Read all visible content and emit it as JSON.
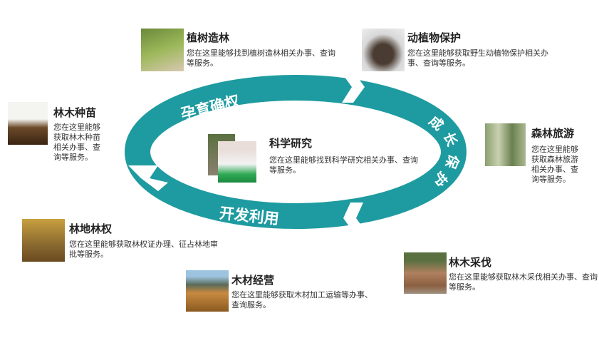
{
  "cycle": {
    "color": "#1e9ba0",
    "stages": [
      "孕育确权",
      "成长保护",
      "开发利用"
    ],
    "stage2_chars": [
      "成",
      "长",
      "保",
      "护"
    ]
  },
  "items": [
    {
      "title": "植树造林",
      "desc": "您在这里能够找到植树造林相关办事、查询等服务。"
    },
    {
      "title": "动植物保护",
      "desc": "您在这里能够获取野生动植物保护相关办事、查询等服务。"
    },
    {
      "title": "林木种苗",
      "desc": "您在这里能够获取林木种苗相关办事、查询等服务。"
    },
    {
      "title": "科学研究",
      "desc": "您在这里能够找到科学研究相关办事、查询等服务。"
    },
    {
      "title": "森林旅游",
      "desc": "您在这里能够获取森林旅游相关办事、查询等服务。"
    },
    {
      "title": "林地林权",
      "desc": "您在这里能够获取林权证办理、征占林地审批等服务。"
    },
    {
      "title": "木材经营",
      "desc": "您在这里能够获取木材加工运输等办事、查询服务。"
    },
    {
      "title": "林木采伐",
      "desc": "您在这里能够获取林木采伐相关办事、查询等服务。"
    }
  ]
}
